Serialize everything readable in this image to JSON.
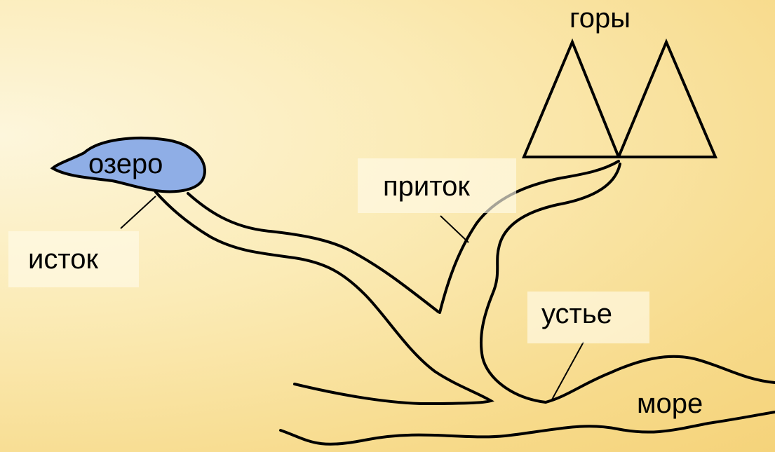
{
  "labels": {
    "lake": "озеро",
    "source": "исток",
    "tributary": "приток",
    "mountains": "горы",
    "mouth": "устье",
    "sea": "море"
  },
  "colors": {
    "lake_fill": "#8faee6",
    "stroke": "#000000",
    "label_box": "#fffae8"
  }
}
